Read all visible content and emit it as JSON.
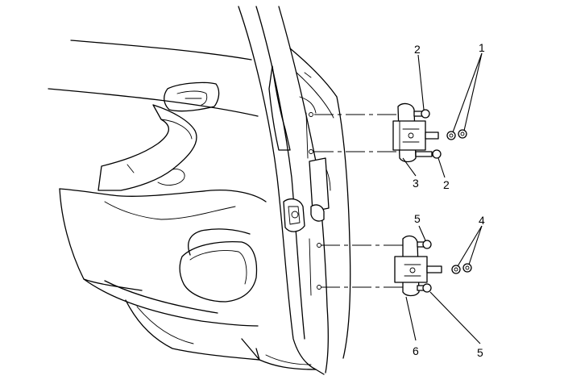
{
  "callouts": {
    "c1": "1",
    "c2a": "2",
    "c2b": "2",
    "c3": "3",
    "c4": "4",
    "c5a": "5",
    "c5b": "5",
    "c6": "6"
  }
}
